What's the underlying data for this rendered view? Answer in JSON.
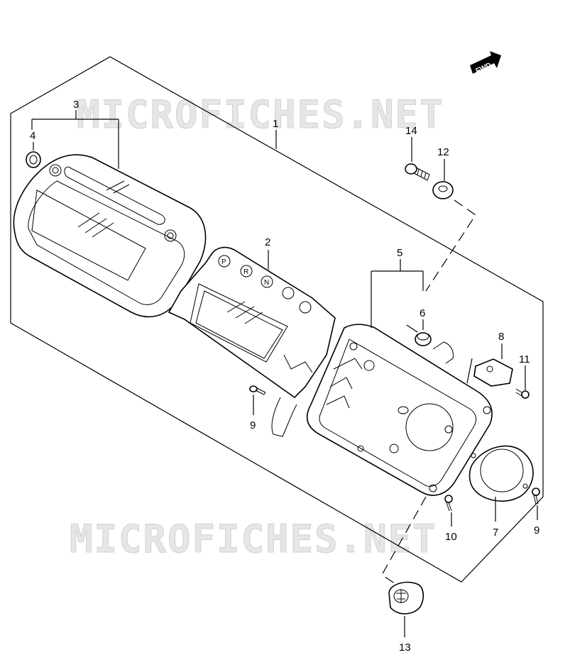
{
  "watermark": "MICROFICHES.NET",
  "direction_badge": "FWD",
  "gear_indicators": [
    "P",
    "R",
    "N"
  ],
  "callouts": {
    "c1": "1",
    "c2": "2",
    "c3": "3",
    "c4": "4",
    "c5": "5",
    "c6": "6",
    "c7": "7",
    "c8": "8",
    "c9a": "9",
    "c9b": "9",
    "c10": "10",
    "c11": "11",
    "c12": "12",
    "c13": "13",
    "c14": "14"
  }
}
